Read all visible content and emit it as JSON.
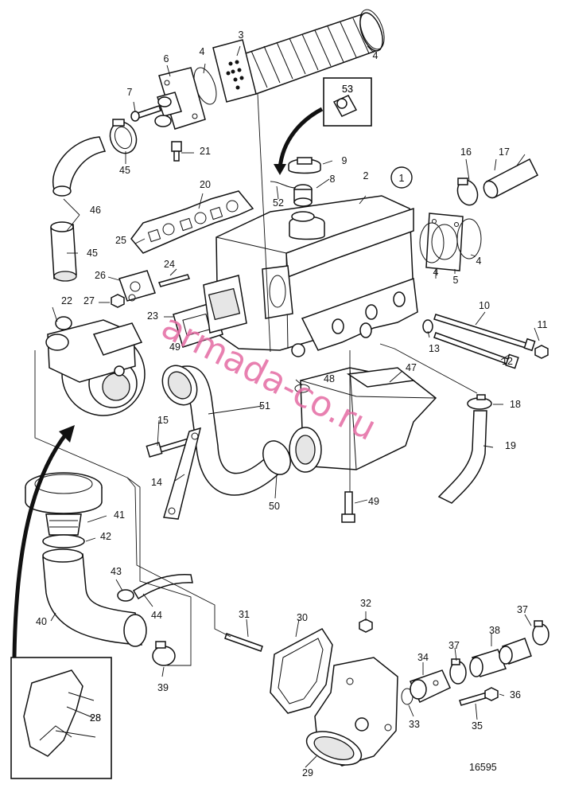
{
  "diagram_id": "16595",
  "watermark": "armada-co.ru",
  "note_circle": "1",
  "callout_box_label": "53",
  "inset_box_label": "28",
  "part_numbers": [
    "2",
    "3",
    "4",
    "4",
    "4",
    "4",
    "5",
    "6",
    "7",
    "8",
    "9",
    "10",
    "11",
    "12",
    "13",
    "14",
    "15",
    "16",
    "17",
    "18",
    "19",
    "20",
    "21",
    "22",
    "23",
    "24",
    "25",
    "26",
    "27",
    "28",
    "29",
    "30",
    "31",
    "32",
    "33",
    "34",
    "35",
    "36",
    "37",
    "37",
    "38",
    "39",
    "40",
    "41",
    "42",
    "43",
    "44",
    "45",
    "45",
    "46",
    "47",
    "48",
    "49",
    "49",
    "50",
    "51",
    "52",
    "53"
  ]
}
